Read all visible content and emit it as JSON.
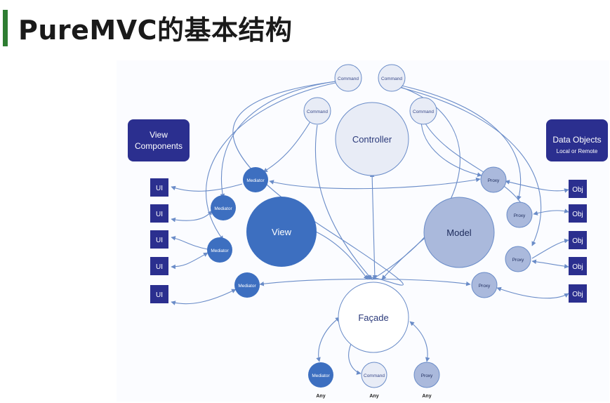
{
  "page": {
    "title": "PureMVC的基本结构"
  },
  "colors": {
    "title_bar": "#2e7d32",
    "dark_blue": "#2b2f8f",
    "medium_blue": "#3d6fc0",
    "light_blue": "#aab9dc",
    "pale": "#e8ecf6",
    "line": "#6a8cc8"
  },
  "diagram": {
    "view_components": {
      "line1": "View",
      "line2": "Components"
    },
    "data_objects": {
      "line1": "Data Objects",
      "line2": "Local or Remote"
    },
    "controller": "Controller",
    "view": "View",
    "model": "Model",
    "facade": "Façade",
    "commands": [
      "Command",
      "Command",
      "Command",
      "Command"
    ],
    "mediators": [
      "Mediator",
      "Mediator",
      "Mediator",
      "Mediator"
    ],
    "proxies": [
      "Proxy",
      "Proxy",
      "Proxy",
      "Proxy"
    ],
    "ui_boxes": [
      "UI",
      "UI",
      "UI",
      "UI",
      "UI"
    ],
    "obj_boxes": [
      "Obj",
      "Obj",
      "Obj",
      "Obj",
      "Obj"
    ],
    "bottom": {
      "mediator": "Mediator",
      "command": "Command",
      "proxy": "Proxy",
      "any_labels": [
        "Any",
        "Any",
        "Any"
      ]
    }
  }
}
